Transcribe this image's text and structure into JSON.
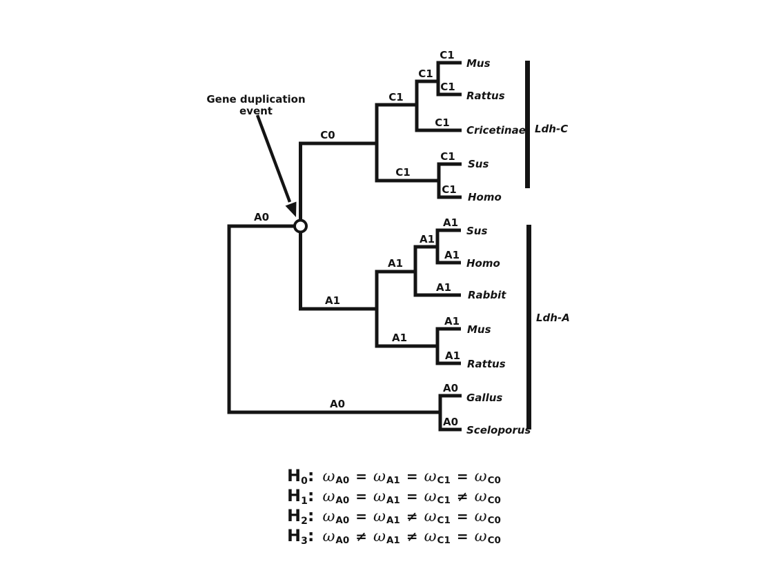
{
  "figure": {
    "background": "#ffffff",
    "ink_color": "#141414",
    "annotation": {
      "line1": "Gene duplication",
      "line2": "event",
      "arrow_icon": "arrow-pointing-to-node",
      "node_icon": "open-circle"
    },
    "tree": {
      "internal_branch_labels": {
        "root_to_duplication": "A0",
        "c_stem": "C0",
        "c_upper_clade": "C1",
        "c_mus_rattus": "C1",
        "c_sus_homo": "C1",
        "a_stem": "A1",
        "a_upper_clade": "A1",
        "a_sus_homo": "A1",
        "a_mus_rattus": "A1",
        "outgroup_stem": "A0"
      },
      "tips": {
        "ldh_c": [
          {
            "branch": "C1",
            "name": "Mus"
          },
          {
            "branch": "C1",
            "name": "Rattus"
          },
          {
            "branch": "C1",
            "name": "Cricetinae"
          },
          {
            "branch": "C1",
            "name": "Sus"
          },
          {
            "branch": "C1",
            "name": "Homo"
          }
        ],
        "ldh_a": [
          {
            "branch": "A1",
            "name": "Sus"
          },
          {
            "branch": "A1",
            "name": "Homo"
          },
          {
            "branch": "A1",
            "name": "Rabbit"
          },
          {
            "branch": "A1",
            "name": "Mus"
          },
          {
            "branch": "A1",
            "name": "Rattus"
          }
        ],
        "outgroup": [
          {
            "branch": "A0",
            "name": "Gallus"
          },
          {
            "branch": "A0",
            "name": "Sceloporus"
          }
        ]
      }
    },
    "clade_bars": [
      {
        "label": "Ldh-C"
      },
      {
        "label": "Ldh-A"
      }
    ],
    "hypotheses": {
      "h_symbol": "H",
      "omega_symbol": "ω",
      "colon": ":",
      "rows": [
        {
          "index": "0",
          "subs": [
            "A0",
            "A1",
            "C1",
            "C0"
          ],
          "ops": [
            "=",
            "=",
            "="
          ]
        },
        {
          "index": "1",
          "subs": [
            "A0",
            "A1",
            "C1",
            "C0"
          ],
          "ops": [
            "=",
            "=",
            "≠"
          ]
        },
        {
          "index": "2",
          "subs": [
            "A0",
            "A1",
            "C1",
            "C0"
          ],
          "ops": [
            "=",
            "≠",
            "="
          ]
        },
        {
          "index": "3",
          "subs": [
            "A0",
            "A1",
            "C1",
            "C0"
          ],
          "ops": [
            "≠",
            "≠",
            "="
          ]
        }
      ]
    }
  }
}
